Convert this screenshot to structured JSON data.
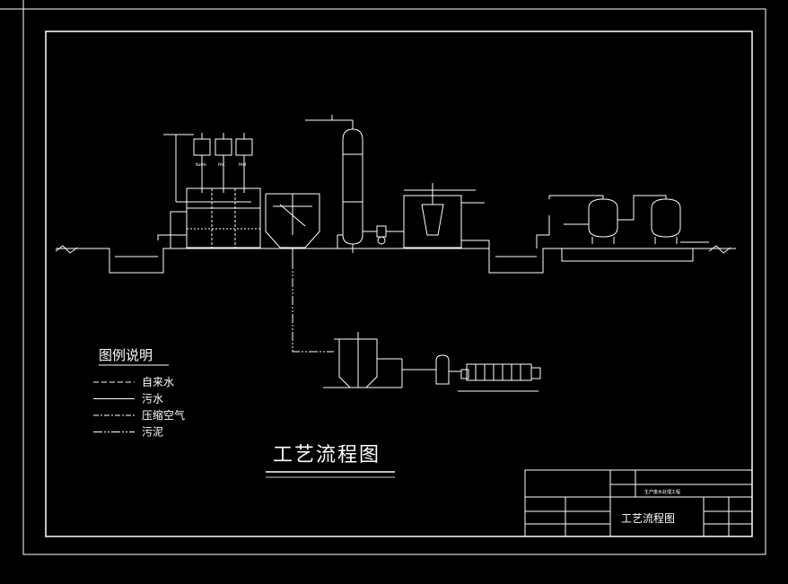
{
  "drawing": {
    "title": "工艺流程图",
    "legend": {
      "title": "图例说明",
      "items": [
        {
          "label": "自来水",
          "dash": "6 3"
        },
        {
          "label": "污水",
          "dash": ""
        },
        {
          "label": "压缩空气",
          "dash": "6 2 2 2"
        },
        {
          "label": "污泥",
          "dash": "10 2 2 2 2 2"
        }
      ]
    },
    "chemicals": [
      "NaOH",
      "PAC",
      "PAM"
    ],
    "title_block": {
      "project": "生产废水处理工程",
      "drawing_name": "工艺流程图"
    },
    "colors": {
      "background": "#000000",
      "line": "#ffffff"
    }
  }
}
